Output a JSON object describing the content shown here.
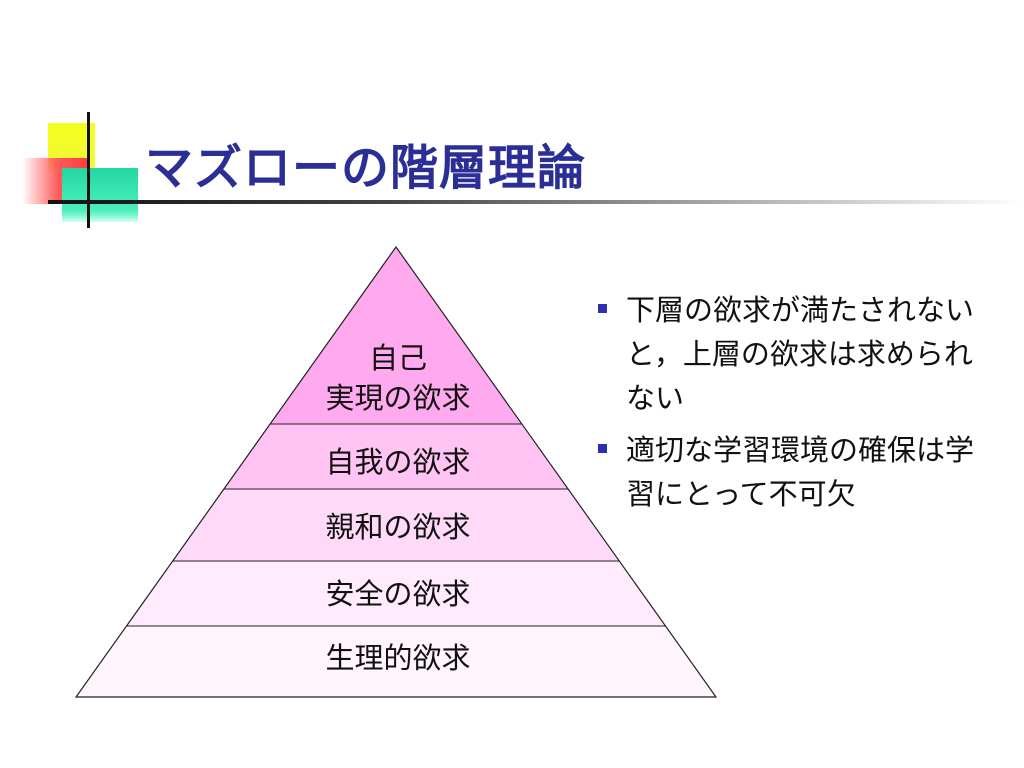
{
  "title": "マズローの階層理論",
  "pyramid": {
    "levels": [
      {
        "label_lines": [
          "自己",
          "実現の欲求"
        ],
        "color": "#ffa9ee"
      },
      {
        "label_lines": [
          "自我の欲求"
        ],
        "color": "#ffc4f3"
      },
      {
        "label_lines": [
          "親和の欲求"
        ],
        "color": "#ffdaf8"
      },
      {
        "label_lines": [
          "安全の欲求"
        ],
        "color": "#ffebfb"
      },
      {
        "label_lines": [
          "生理的欲求"
        ],
        "color": "#fff6fd"
      }
    ]
  },
  "bullets": [
    "下層の欲求が満たされないと，上層の欲求は求められない",
    "適切な学習環境の確保は学習にとって不可欠"
  ],
  "colors": {
    "title": "#2b2f95",
    "bullet_marker": "#2b2fb0",
    "pyramid_stroke": "#222222"
  }
}
